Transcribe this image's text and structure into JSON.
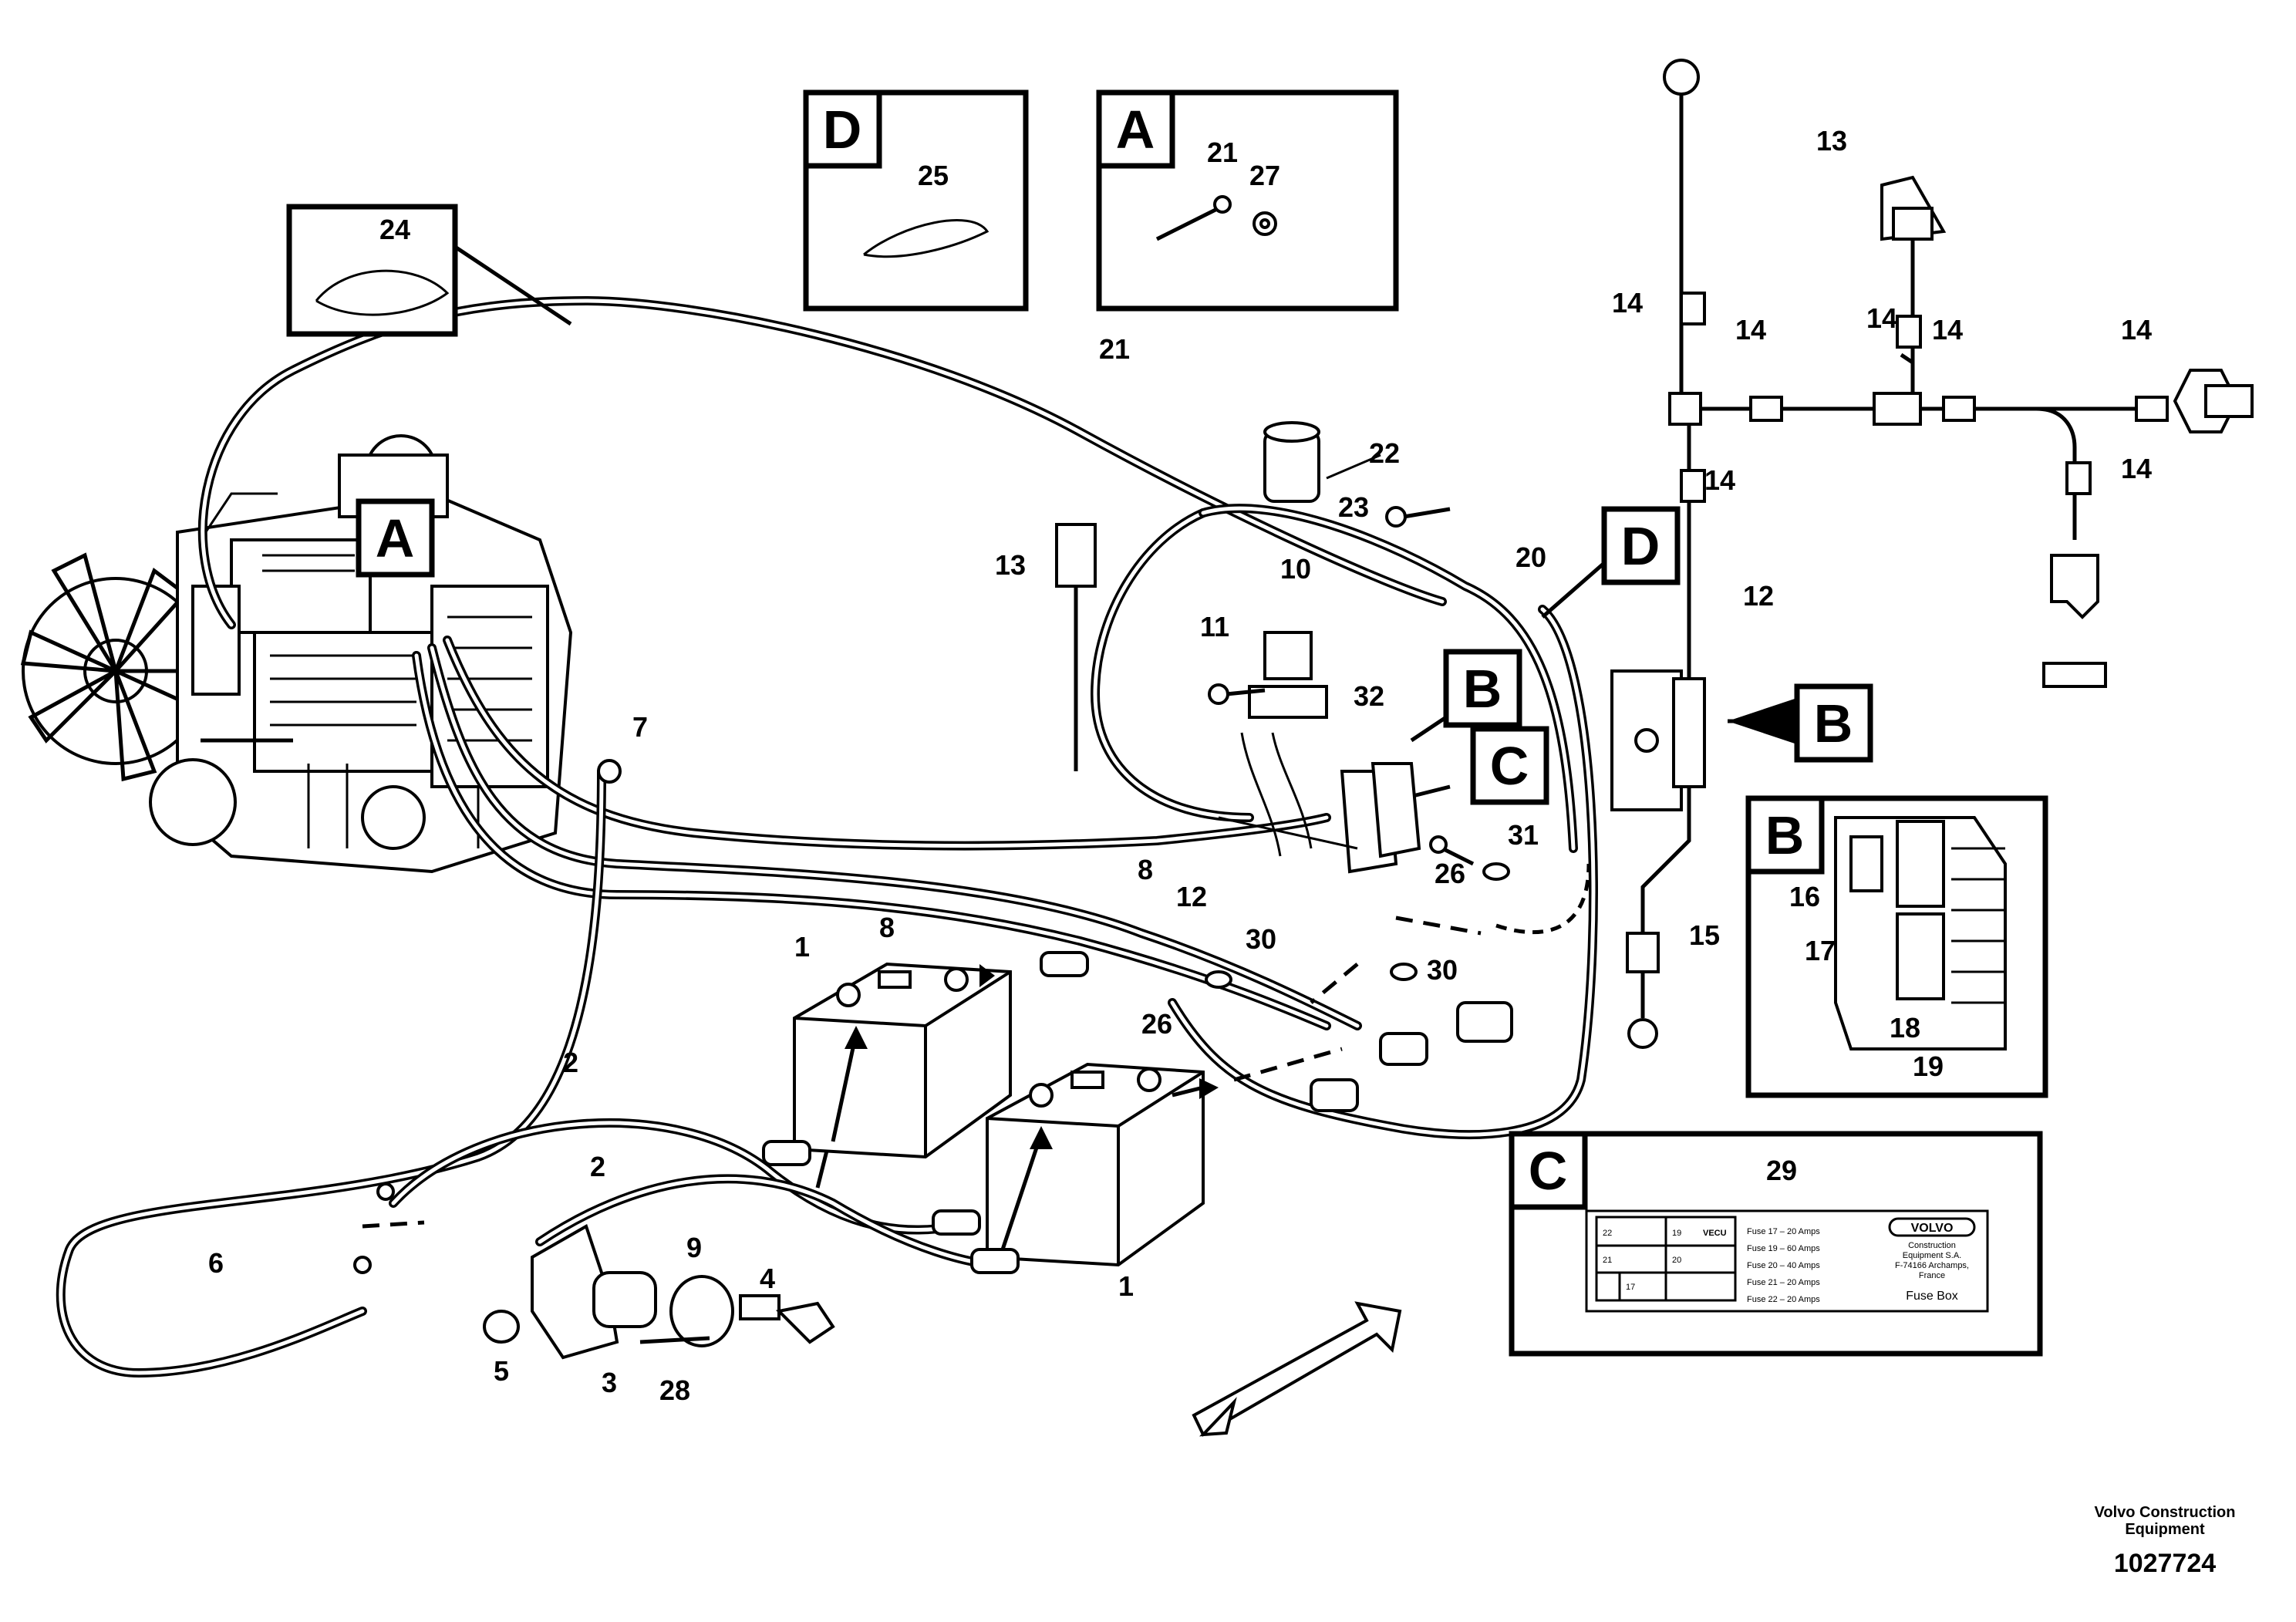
{
  "callouts": {
    "c1": "1",
    "c2": "2",
    "c3": "3",
    "c4": "4",
    "c5": "5",
    "c6": "6",
    "c7": "7",
    "c8": "8",
    "c9": "9",
    "c10": "10",
    "c11": "11",
    "c12": "12",
    "c13": "13",
    "c14": "14",
    "c15": "15",
    "c16": "16",
    "c17": "17",
    "c18": "18",
    "c19": "19",
    "c20": "20",
    "c21": "21",
    "c22": "22",
    "c23": "23",
    "c24": "24",
    "c25": "25",
    "c26": "26",
    "c27": "27",
    "c28": "28",
    "c29": "29",
    "c30": "30",
    "c31": "31",
    "c32": "32"
  },
  "detail_letters": {
    "a": "A",
    "b": "B",
    "c": "C",
    "d": "D"
  },
  "fuse_label": {
    "cells": [
      "22",
      "19",
      "VECU",
      "21",
      "20",
      "17"
    ],
    "fuses": [
      "Fuse 17 – 20 Amps",
      "Fuse 19 – 60 Amps",
      "Fuse 20 – 40 Amps",
      "Fuse 21 – 20 Amps",
      "Fuse 22 – 20 Amps"
    ],
    "brand": "VOLVO",
    "company": [
      "Construction",
      "Equipment S.A.",
      "F-74166 Archamps,",
      "France"
    ],
    "title": "Fuse Box"
  },
  "footer": {
    "company_line1": "Volvo Construction",
    "company_line2": "Equipment",
    "drawing_number": "1027724"
  }
}
